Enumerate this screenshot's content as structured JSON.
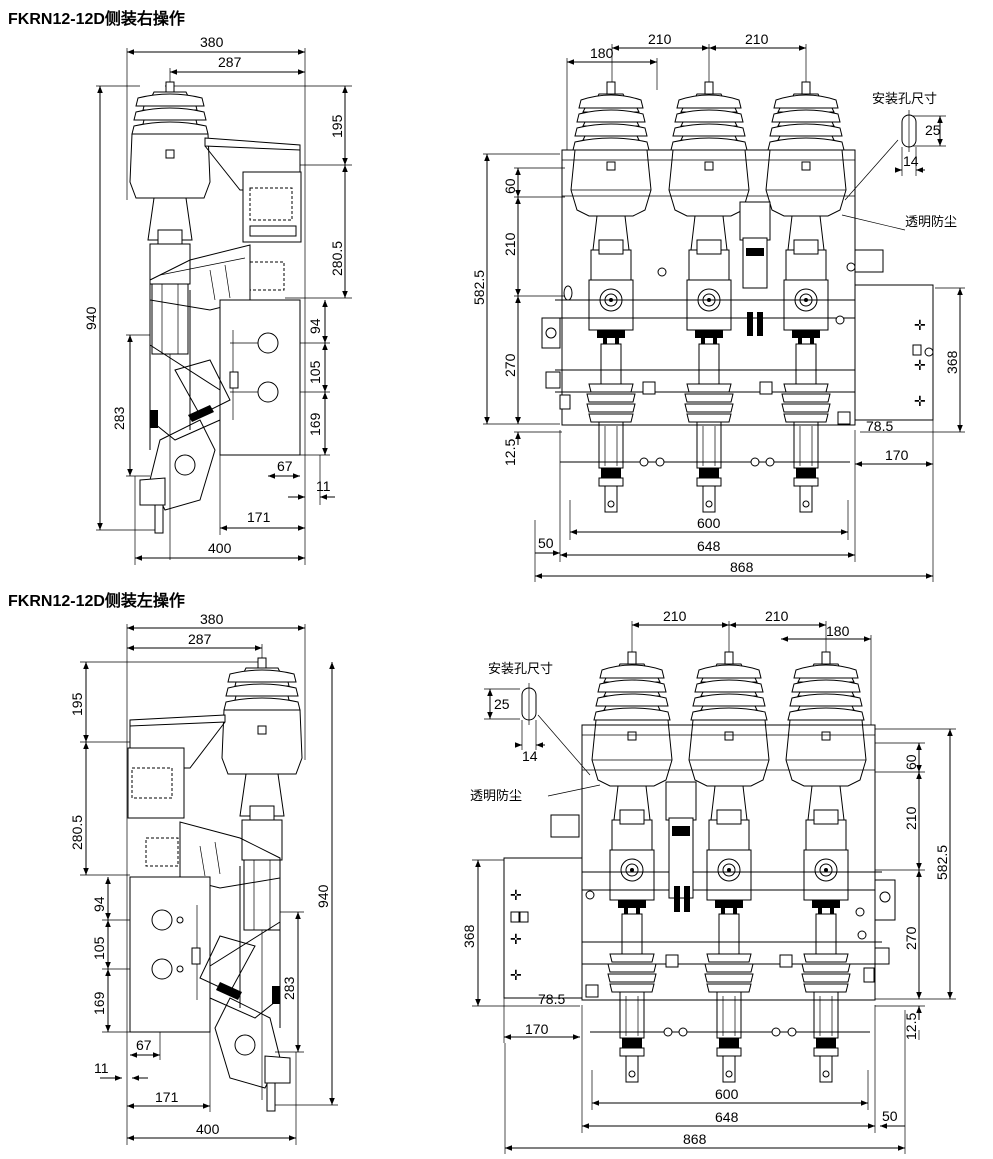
{
  "colors": {
    "line": "#000000",
    "background": "#ffffff"
  },
  "titles": {
    "right_op": "FKRN12-12D侧装右操作",
    "left_op": "FKRN12-12D侧装左操作"
  },
  "notes": {
    "hole_size": "安装孔尺寸",
    "dust_cover": "透明防尘"
  },
  "dims": {
    "d380": "380",
    "d287": "287",
    "d195": "195",
    "d280_5": "280.5",
    "d940": "940",
    "d94": "94",
    "d105": "105",
    "d169": "169",
    "d283": "283",
    "d67": "67",
    "d11": "11",
    "d171": "171",
    "d400": "400",
    "d180": "180",
    "d210": "210",
    "d25": "25",
    "d14": "14",
    "d60": "60",
    "d582_5": "582.5",
    "d270": "270",
    "d12_5": "12.5",
    "d368": "368",
    "d78_5": "78.5",
    "d170": "170",
    "d600": "600",
    "d648": "648",
    "d50": "50",
    "d868": "868"
  }
}
